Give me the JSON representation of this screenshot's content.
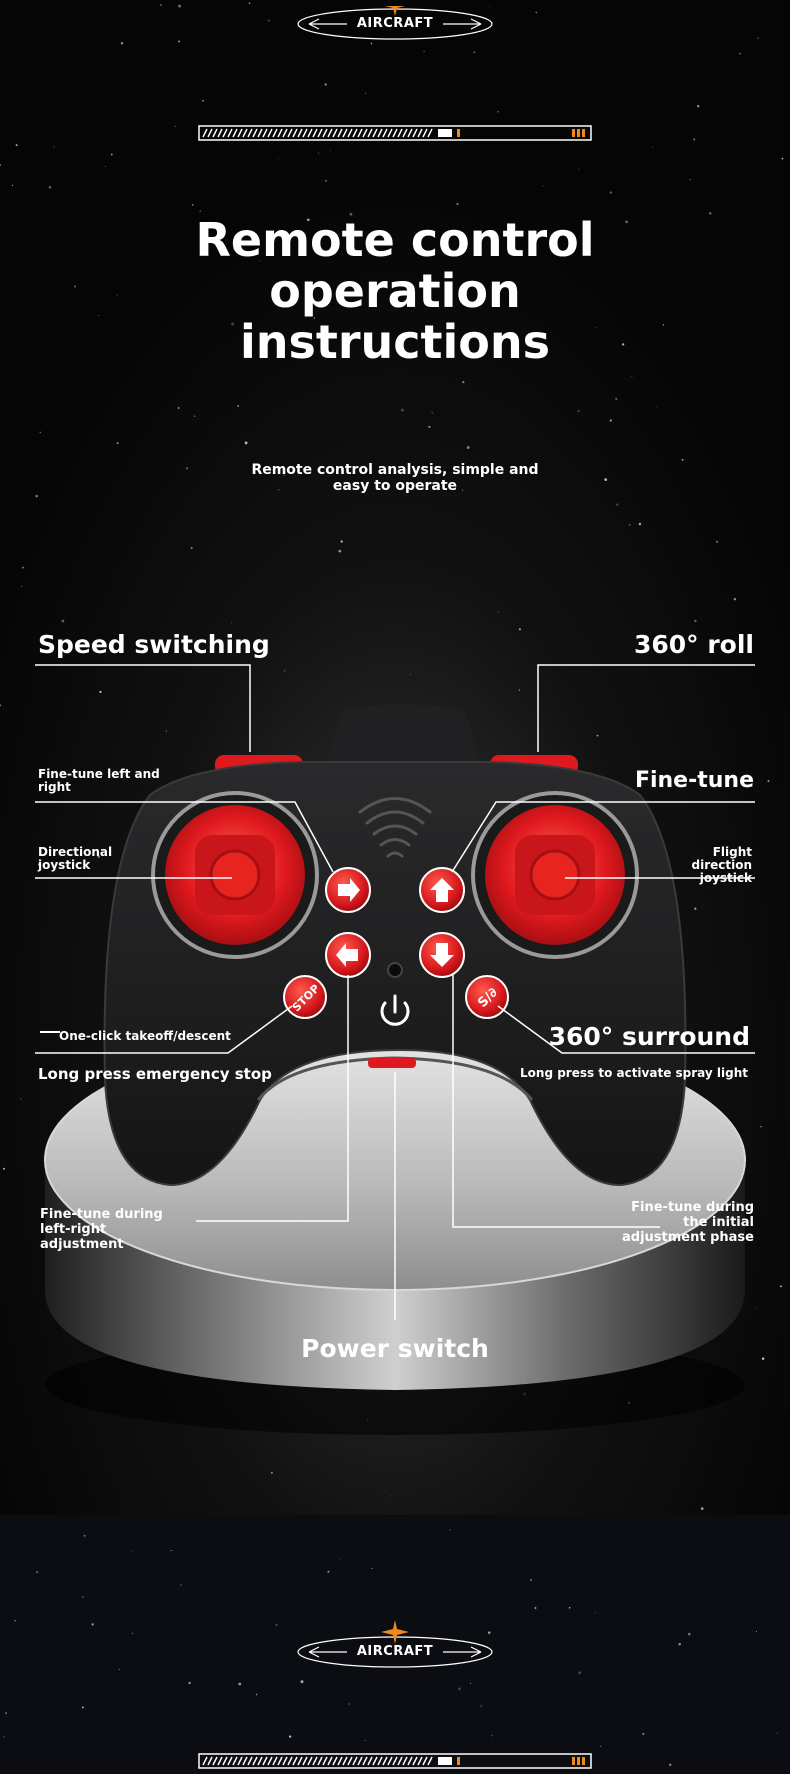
{
  "brand": {
    "badge_label": "AIRCRAFT"
  },
  "header": {
    "title": "Remote control operation instructions",
    "subtitle": "Remote control analysis, simple and easy to operate"
  },
  "callouts": {
    "speed_switching": "Speed switching",
    "roll_360": "360° roll",
    "fine_tune_lr": "Fine-tune left and right",
    "fine_tune": "Fine-tune",
    "directional_joystick": "Directional joystick",
    "flight_direction_joystick": "Flight direction joystick",
    "one_click_takeoff": "One-click takeoff/descent",
    "emergency_stop": "Long press emergency stop",
    "surround_360": "360° surround",
    "spray_light": "Long press to activate spray light",
    "fine_tune_lr_adjust": "Fine-tune during left-right adjustment",
    "fine_tune_initial": "Fine-tune during the initial adjustment phase",
    "power_switch": "Power switch"
  },
  "colors": {
    "accent_red": "#e0191e",
    "accent_orange": "#f08a16",
    "controller_body": "#1b1b1d"
  },
  "icons": [
    "sparkle-icon",
    "arrow-right-icon",
    "arrow-left-icon",
    "arrow-up-icon",
    "arrow-down-icon",
    "power-icon",
    "wireless-signal-icon",
    "takeoff-stop-icon",
    "spray-light-icon"
  ]
}
